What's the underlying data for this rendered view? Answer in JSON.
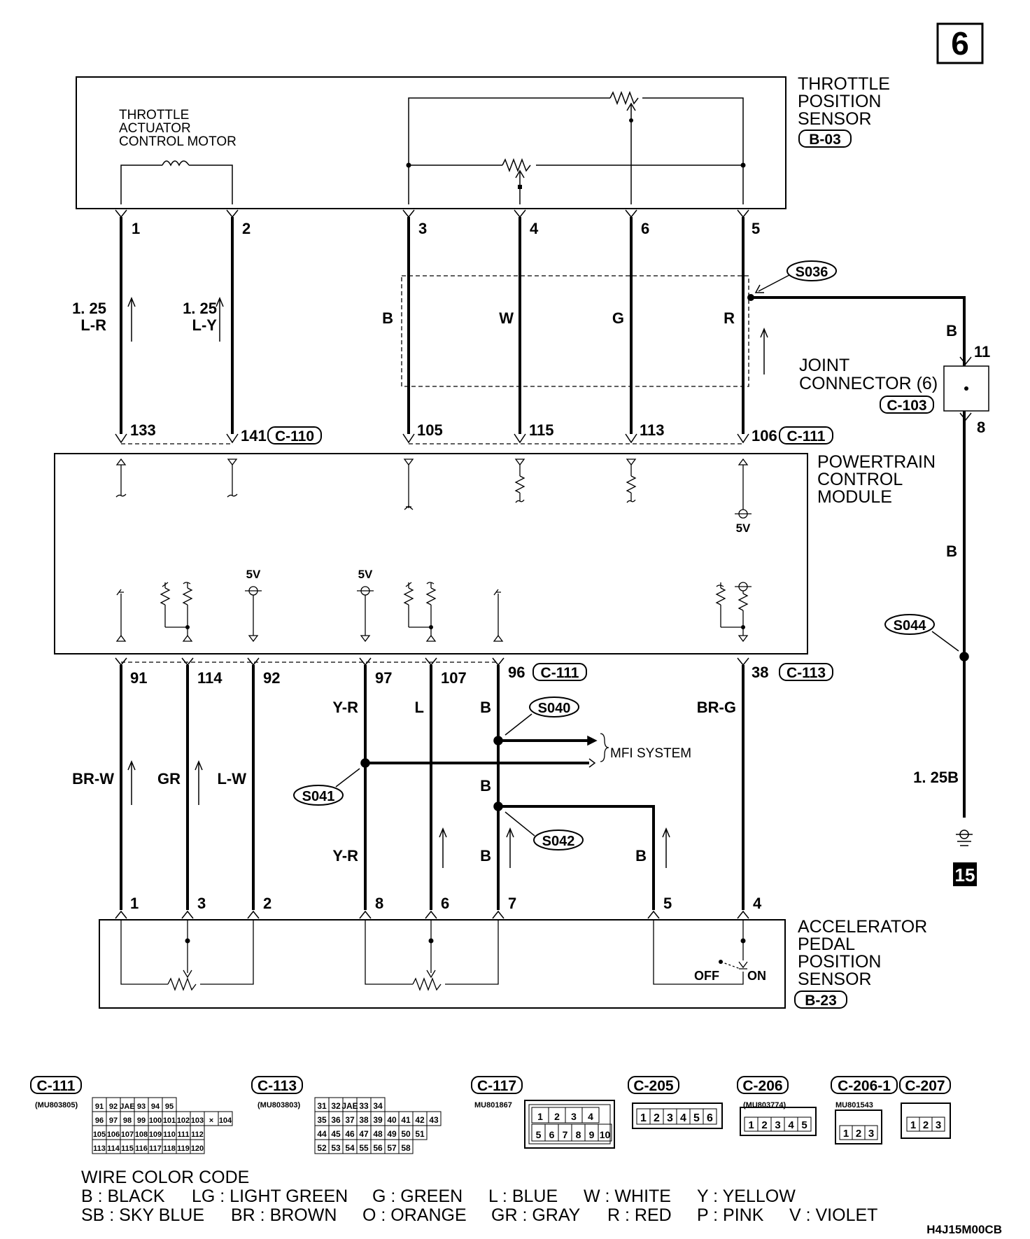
{
  "page_number": "6",
  "components": {
    "tps": {
      "name": [
        "THROTTLE",
        "POSITION",
        "SENSOR"
      ],
      "connector": "B-03"
    },
    "motor": {
      "name": [
        "THROTTLE",
        "ACTUATOR",
        "CONTROL MOTOR"
      ]
    },
    "joint": {
      "name": [
        "JOINT",
        "CONNECTOR (6)"
      ],
      "connector": "C-103",
      "pin_top": "11",
      "pin_bottom": "8"
    },
    "pcm": {
      "name": [
        "POWERTRAIN",
        "CONTROL",
        "MODULE"
      ]
    },
    "apps": {
      "name": [
        "ACCELERATOR",
        "PEDAL",
        "POSITION",
        "SENSOR"
      ],
      "connector": "B-23",
      "off_label": "OFF",
      "on_label": "ON"
    },
    "mfi": "MFI SYSTEM",
    "ground": "15"
  },
  "tps_pins": [
    "1",
    "2",
    "3",
    "4",
    "6",
    "5"
  ],
  "pcm_top_pins": [
    "133",
    "141",
    "105",
    "115",
    "113",
    "106"
  ],
  "pcm_top_connectors": [
    "C-110",
    "C-111"
  ],
  "pcm_bottom_pins": [
    "91",
    "114",
    "92",
    "97",
    "107",
    "96",
    "38"
  ],
  "pcm_bottom_connectors": [
    "C-111",
    "C-113"
  ],
  "apps_pins": [
    "1",
    "3",
    "2",
    "8",
    "6",
    "7",
    "5",
    "4"
  ],
  "wire_labels_top": [
    {
      "id": "w1",
      "text": [
        "1. 25",
        "L-R"
      ]
    },
    {
      "id": "w2",
      "text": [
        "1. 25",
        "L-Y"
      ]
    },
    {
      "id": "w3",
      "text": [
        "B"
      ]
    },
    {
      "id": "w4",
      "text": [
        "W"
      ]
    },
    {
      "id": "w5",
      "text": [
        "G"
      ]
    },
    {
      "id": "w6",
      "text": [
        "R"
      ]
    },
    {
      "id": "w7",
      "text": [
        "B"
      ]
    },
    {
      "id": "w8",
      "text": [
        "B"
      ]
    },
    {
      "id": "w9",
      "text": [
        "1. 25B"
      ]
    }
  ],
  "wire_labels_bottom": [
    "BR-W",
    "GR",
    "L-W",
    "Y-R",
    "L",
    "B",
    "BR-G",
    "B",
    "Y-R",
    "B",
    "B"
  ],
  "splices": [
    "S036",
    "S044",
    "S040",
    "S041",
    "S042"
  ],
  "supply_5v": "5V",
  "connector_table": [
    {
      "id": "C-111",
      "part": "(MU803805)",
      "maker": "JAE"
    },
    {
      "id": "C-113",
      "part": "(MU803803)",
      "maker": "JAE"
    },
    {
      "id": "C-117",
      "part": "MU801867"
    },
    {
      "id": "C-205",
      "part": ""
    },
    {
      "id": "C-206",
      "part": "(MU803774)"
    },
    {
      "id": "C-206-1",
      "part": "MU801543"
    },
    {
      "id": "C-207",
      "part": ""
    }
  ],
  "c111_rows": [
    [
      "91",
      "92",
      "JAE",
      "93",
      "94",
      "95"
    ],
    [
      "96",
      "97",
      "98",
      "99",
      "100",
      "101",
      "102",
      "103",
      "×",
      "104"
    ],
    [
      "105",
      "106",
      "107",
      "108",
      "109",
      "110",
      "111",
      "112"
    ],
    [
      "113",
      "114",
      "115",
      "116",
      "117",
      "118",
      "119",
      "120"
    ]
  ],
  "c113_rows": [
    [
      "31",
      "32",
      "JAE",
      "33",
      "34"
    ],
    [
      "35",
      "36",
      "37",
      "38",
      "39",
      "40",
      "41",
      "42",
      "43"
    ],
    [
      "44",
      "45",
      "46",
      "47",
      "48",
      "49",
      "50",
      "51"
    ],
    [
      "52",
      "53",
      "54",
      "55",
      "56",
      "57",
      "58"
    ]
  ],
  "c117_rows": [
    [
      "1",
      "2",
      "3",
      "4"
    ],
    [
      "5",
      "6",
      "7",
      "8",
      "9",
      "10"
    ]
  ],
  "c205_row": [
    "1",
    "2",
    "3",
    "4",
    "5",
    "6"
  ],
  "c206_row": [
    "1",
    "2",
    "3",
    "4",
    "5"
  ],
  "c2061_row": [
    "1",
    "2",
    "3"
  ],
  "c207_row": [
    "1",
    "2",
    "3"
  ],
  "legend": {
    "title": "WIRE COLOR CODE",
    "row1": [
      "B : BLACK",
      "LG : LIGHT GREEN",
      "G : GREEN",
      "L : BLUE",
      "W : WHITE",
      "Y : YELLOW"
    ],
    "row2": [
      "SB : SKY BLUE",
      "BR : BROWN",
      "O : ORANGE",
      "GR : GRAY",
      "R : RED",
      "P : PINK",
      "V : VIOLET"
    ]
  },
  "doc_code": "H4J15M00CB"
}
